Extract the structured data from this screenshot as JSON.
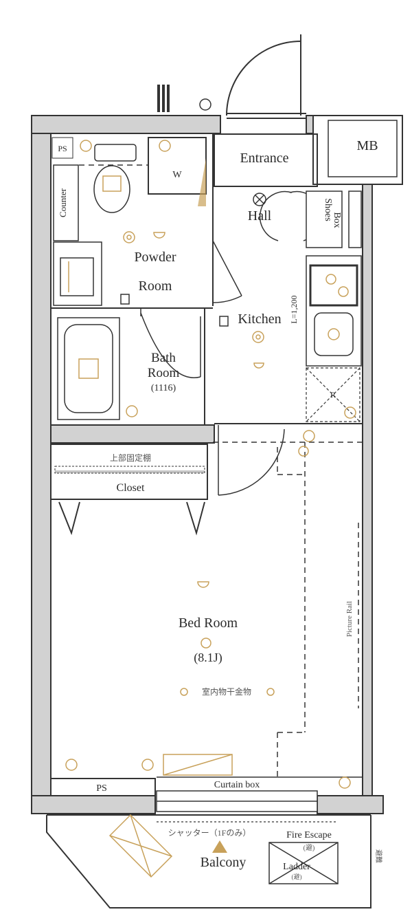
{
  "labels": {
    "ps_top": "PS",
    "mb": "MB",
    "entrance": "Entrance",
    "hall": "Hall",
    "shoes_box_1": "Shoes",
    "shoes_box_2": "Box",
    "counter": "Counter",
    "w": "W",
    "powder_1": "Powder",
    "powder_2": "Room",
    "kitchen": "Kitchen",
    "kitchen_len": "L=1,200",
    "bath_1": "Bath",
    "bath_2": "Room",
    "bath_size": "(1116)",
    "r": "R",
    "upper_shelf": "上部固定棚",
    "closet": "Closet",
    "picture_rail": "Picture Rail",
    "bed_1": "Bed Room",
    "bed_size": "(8.1J)",
    "indoor_dry": "室内物干金物",
    "ps_bottom": "PS",
    "curtain_box": "Curtain box",
    "shutter": "シャッター（1Fのみ）",
    "fire_escape": "Fire Escape",
    "fire_escape_sub": "(避)",
    "balcony": "Balcony",
    "ladder": "Ladder",
    "ladder_sub": "(避)",
    "side_note": "避難"
  },
  "colors": {
    "wall": "#d2d2d2",
    "line": "#333333",
    "fixture": "#c8a15a"
  }
}
